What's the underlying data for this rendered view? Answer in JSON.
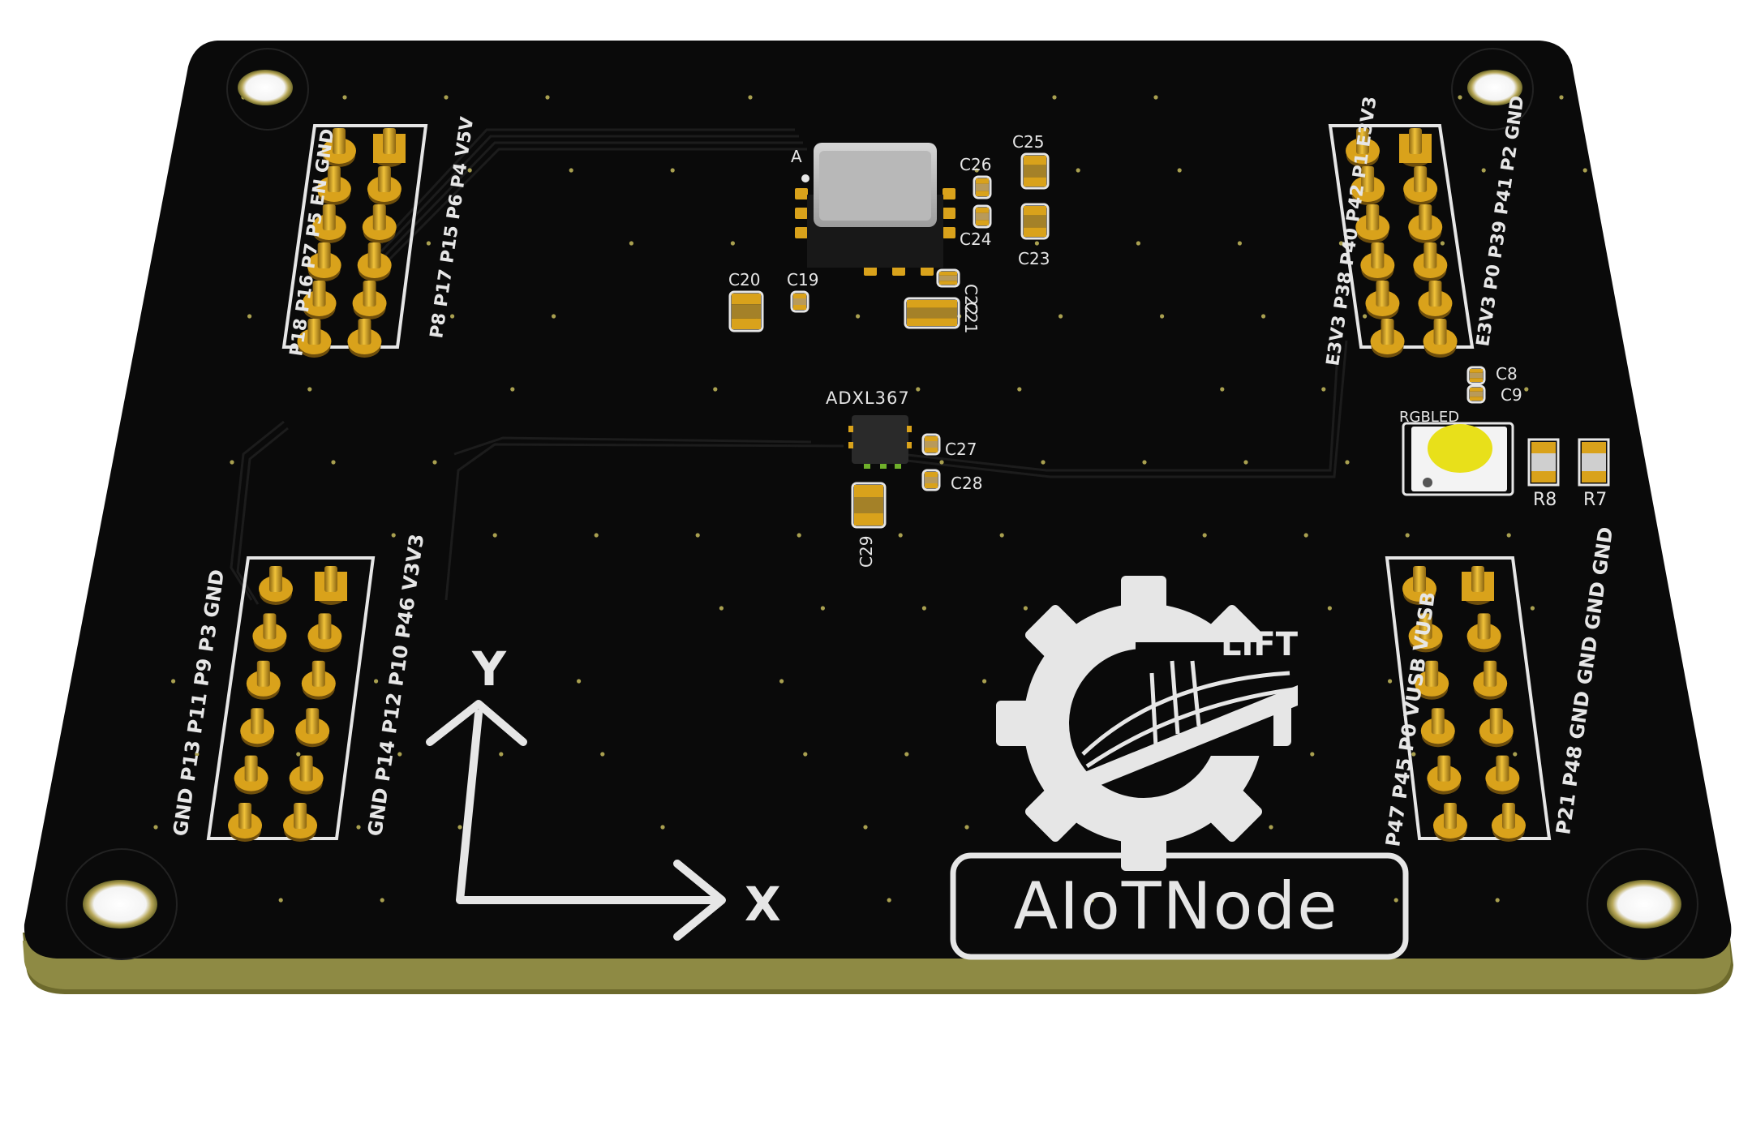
{
  "board": {
    "name": "AIoTNode",
    "logo_text": "LIFT",
    "axis_x": "X",
    "axis_y": "Y"
  },
  "components": {
    "accel": "ADXL367",
    "rgb": "RGBLED",
    "top_chip": "A",
    "caps": [
      "C25",
      "C26",
      "C24",
      "C23",
      "C20",
      "C19",
      "C22",
      "C21",
      "C27",
      "C28",
      "C29",
      "C8",
      "C9"
    ],
    "resistors": [
      "R8",
      "R7"
    ]
  },
  "headers": {
    "top_left_left": [
      "GND",
      "EN",
      "P5",
      "P7",
      "P16",
      "P18"
    ],
    "top_left_right": [
      "V5V",
      "P4",
      "P6",
      "P15",
      "P17",
      "P8"
    ],
    "top_right_left": [
      "E3V3",
      "P1",
      "P42",
      "P40",
      "P38",
      "E3V3"
    ],
    "top_right_right": [
      "GND",
      "P2",
      "P41",
      "P39",
      "P0",
      "E3V3"
    ],
    "bottom_left_left": [
      "GND",
      "P3",
      "P9",
      "P11",
      "P13",
      "GND"
    ],
    "bottom_left_right": [
      "V3V3",
      "P46",
      "P10",
      "P12",
      "P14",
      "GND"
    ],
    "bottom_right_left": [
      "VUSB",
      "VUSB",
      "P0",
      "P45",
      "P47"
    ],
    "bottom_right_right": [
      "GND",
      "GND",
      "GND",
      "GND",
      "P48",
      "P21"
    ]
  },
  "colors": {
    "board": "#0a0a0a",
    "edge": "#7d7a3a",
    "gold": "#d9a21b",
    "silk": "#e6e6e6",
    "led": "#e8e01a"
  }
}
